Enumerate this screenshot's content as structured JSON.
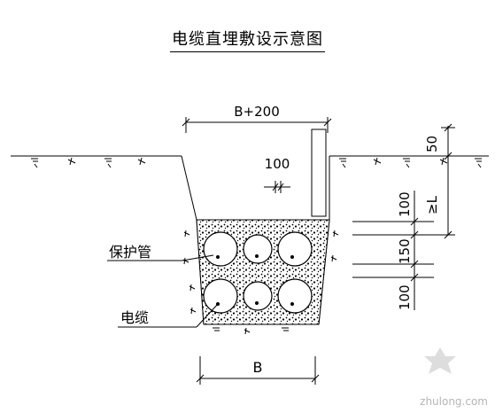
{
  "title": "电缆直埋敷设示意图",
  "labels": {
    "top_width": "B+200",
    "gap": "100",
    "depth_top": "50",
    "depth_min": "≥L",
    "layer1": "100",
    "layer2": "150",
    "layer3": "100",
    "protect_pipe": "保护管",
    "cable": "电缆",
    "bottom_width": "B"
  },
  "watermark": "zhulong.com"
}
